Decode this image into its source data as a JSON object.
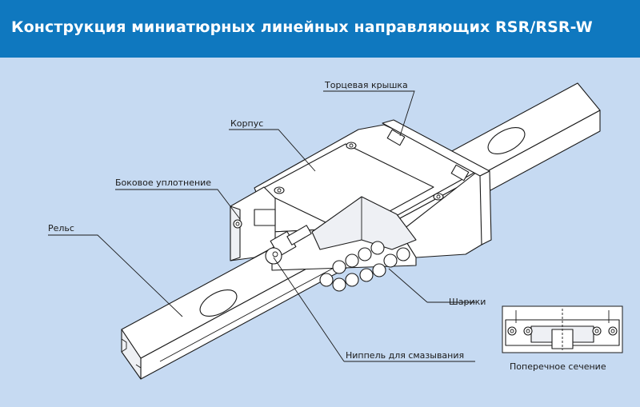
{
  "title": "Конструкция миниатюрных линейных направляющих RSR/RSR-W",
  "labels": {
    "end_cap": "Торцевая крышка",
    "body": "Корпус",
    "side_seal": "Боковое уплотнение",
    "rail": "Рельс",
    "balls": "Шарики",
    "grease_nipple": "Ниппель для смазывания",
    "cross_section": "Поперечное сечение"
  },
  "colors": {
    "header_bg": "#0f78bf",
    "background": "#c6daf2",
    "title_text": "#ffffff"
  }
}
